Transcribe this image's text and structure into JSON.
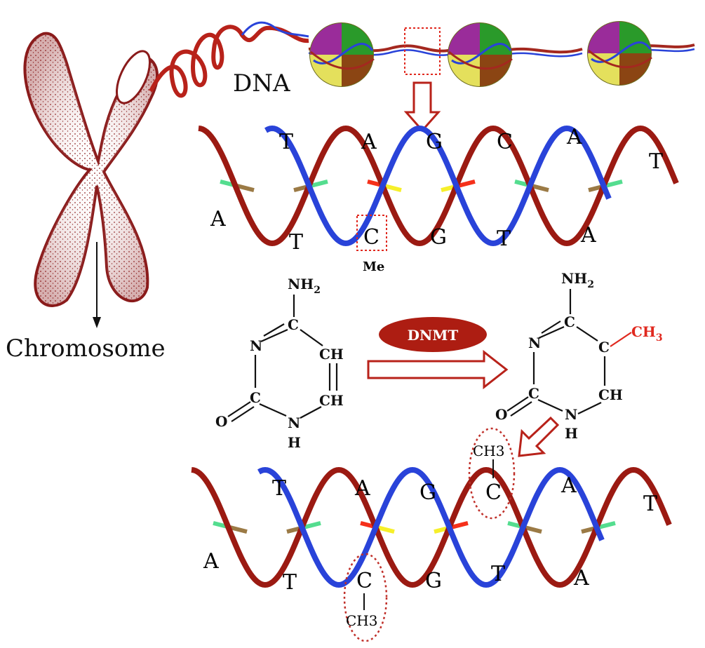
{
  "labels": {
    "dna": "DNA",
    "chromosome": "Chromosome",
    "me": "Me",
    "enzyme": "DNMT"
  },
  "strand_top": {
    "bases_top": [
      "T",
      "A",
      "G",
      "C",
      "A",
      "T"
    ],
    "bases_bottom": [
      "A",
      "T",
      "C",
      "G",
      "T",
      "A"
    ]
  },
  "strand_bottom": {
    "bases_top": [
      "T",
      "A",
      "G",
      "C",
      "A",
      "T"
    ],
    "bases_bottom": [
      "A",
      "T",
      "C",
      "G",
      "T",
      "A"
    ],
    "methyl_top": "CH3",
    "methyl_bottom": "CH3"
  },
  "cytosine": {
    "nh2": "NH",
    "nh2_sub": "2",
    "n3": "N",
    "c4": "C",
    "c2": "C",
    "ch5": "CH",
    "ch6": "CH",
    "o": "O",
    "n1": "N",
    "h1": "H"
  },
  "methylcytosine": {
    "nh2": "NH",
    "nh2_sub": "2",
    "n3": "N",
    "c4": "C",
    "c5": "C",
    "c2": "C",
    "ch6": "CH",
    "o": "O",
    "n1": "N",
    "h1": "H",
    "ch3": "CH",
    "ch3_sub": "3"
  },
  "colors": {
    "dark_red": "#9b1a12",
    "strand_blue": "#2943d9",
    "rung_brown": "#9b7a45",
    "rung_green": "#54dd8f",
    "rung_red": "#f5301a",
    "rung_yellow": "#f6ef2a",
    "methyl_red": "#e0281e",
    "dotted_red": "#c0302a"
  }
}
